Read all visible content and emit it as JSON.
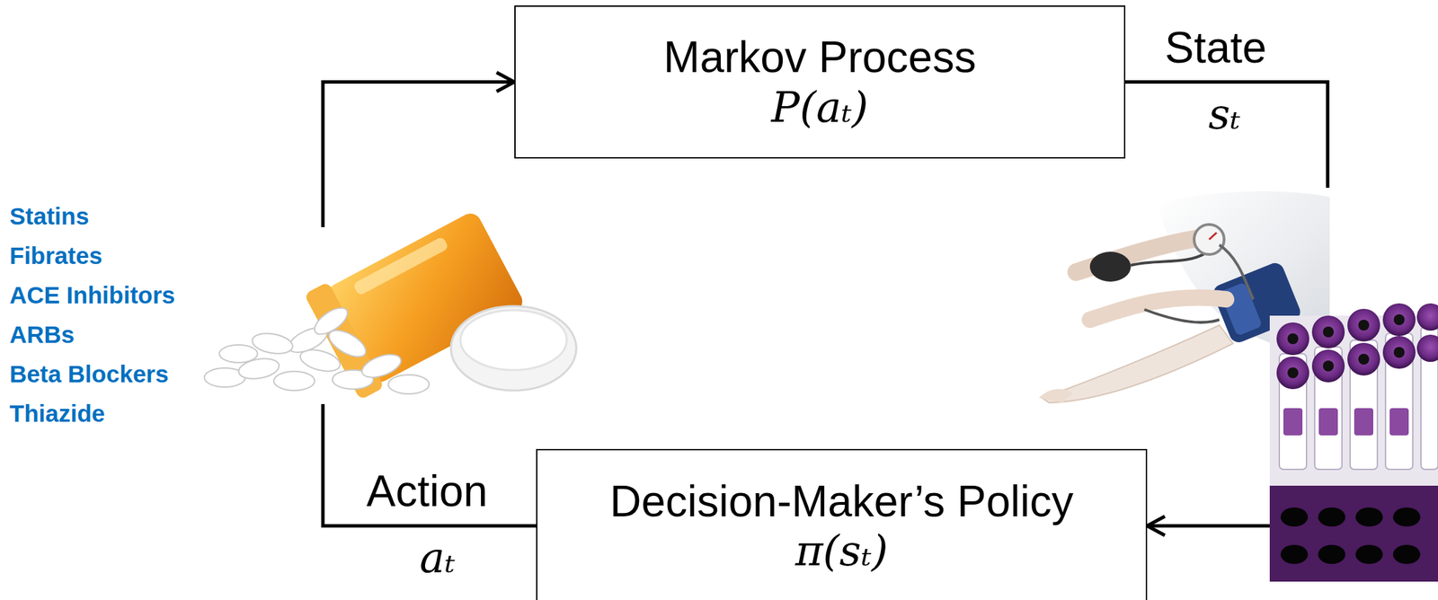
{
  "diagram": {
    "nodes": [
      {
        "text": [
          "Markov Process",
          "P(aₜ)"
        ]
      },
      {
        "text": [
          "Decision-Maker’s Policy",
          "π(sₜ)"
        ]
      }
    ],
    "edges": [
      {
        "from": 0,
        "to": 1,
        "arrow": "to"
      },
      {
        "from": 1,
        "to": 0,
        "arrow": "to"
      }
    ],
    "labels": [
      "Statins",
      "Fibrates",
      "ACE Inhibitors",
      "ARBs",
      "Beta Blockers",
      "Thiazide",
      "State",
      "sₜ",
      "Action",
      "aₜ"
    ]
  }
}
